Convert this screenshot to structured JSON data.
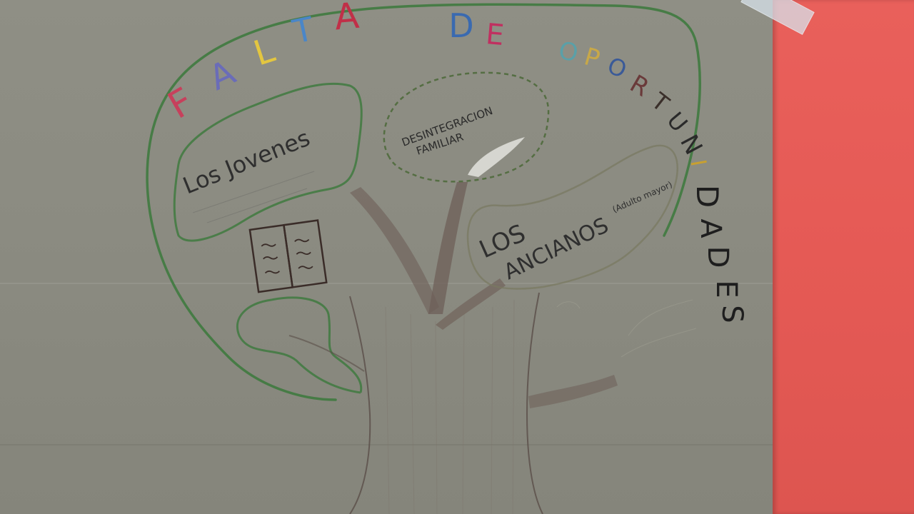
{
  "title": {
    "letters": [
      {
        "ch": "F",
        "color": "#c7405c"
      },
      {
        "ch": "A",
        "color": "#6a6cb8"
      },
      {
        "ch": "L",
        "color": "#e3c640"
      },
      {
        "ch": "T",
        "color": "#4a86c8"
      },
      {
        "ch": "A",
        "color": "#c03048"
      },
      {
        "ch": "D",
        "color": "#3a6ab0"
      },
      {
        "ch": "E",
        "color": "#c03060"
      },
      {
        "ch": "O",
        "color": "#5aa0a8"
      },
      {
        "ch": "P",
        "color": "#c8a848"
      },
      {
        "ch": "O",
        "color": "#3a5a98"
      },
      {
        "ch": "R",
        "color": "#6a3a3a"
      },
      {
        "ch": "T",
        "color": "#3a2f2a"
      },
      {
        "ch": "U",
        "color": "#2a2a2a"
      },
      {
        "ch": "N",
        "color": "#2a2a2a"
      },
      {
        "ch": "I",
        "color": "#c8a030"
      },
      {
        "ch": "D",
        "color": "#1e1e1e"
      },
      {
        "ch": "A",
        "color": "#1e1e1e"
      },
      {
        "ch": "D",
        "color": "#1e1e1e"
      },
      {
        "ch": "E",
        "color": "#1e1e1e"
      },
      {
        "ch": "S",
        "color": "#1e1e1e"
      }
    ]
  },
  "left_cloud": {
    "heading": "Los Jovenes"
  },
  "center_cloud": {
    "line1": "DESINTEGRACION",
    "line2": "FAMILIAR"
  },
  "right_cloud": {
    "line1": "LOS",
    "line2": "ANCIANOS",
    "note": "(Adulto mayor)"
  },
  "colors": {
    "canopy_outline": "#3f7a3f",
    "trunk": "#6a5a50",
    "cloud_outline": "#5e7a54",
    "wall": "#e55a55",
    "paper": "#8b8b81"
  }
}
